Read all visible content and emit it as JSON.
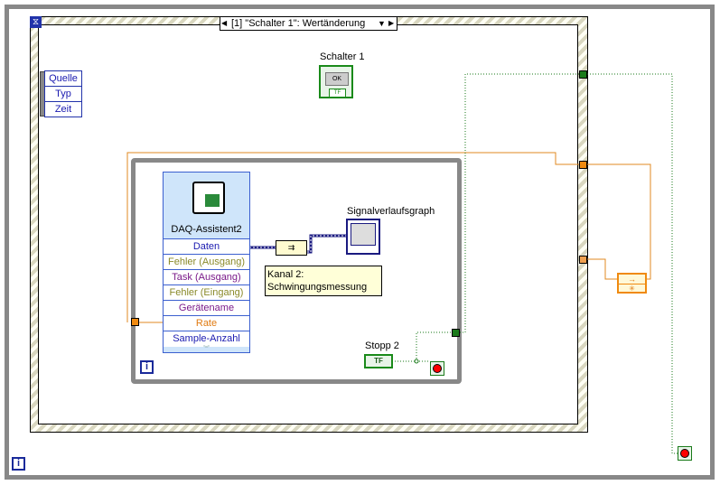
{
  "event_structure": {
    "selector": "[1] \"Schalter 1\": Wertänderung",
    "event_data": [
      "Quelle",
      "Typ",
      "Zeit"
    ]
  },
  "schalter1": {
    "label": "Schalter 1",
    "button_text": "OK",
    "type": "TF"
  },
  "daq": {
    "title": "DAQ-Assistent2",
    "terminals": [
      {
        "label": "Daten",
        "color": "#1a1ab0"
      },
      {
        "label": "Fehler (Ausgang)",
        "color": "#8a8a2a"
      },
      {
        "label": "Task (Ausgang)",
        "color": "#7a1a8a"
      },
      {
        "label": "Fehler (Eingang)",
        "color": "#8a8a2a"
      },
      {
        "label": "Gerätename",
        "color": "#7a1a8a"
      },
      {
        "label": "Rate",
        "color": "#e07a10"
      },
      {
        "label": "Sample-Anzahl",
        "color": "#1a1ab0"
      }
    ]
  },
  "graph": {
    "label": "Signalverlaufsgraph"
  },
  "comment": {
    "line1": "Kanal 2:",
    "line2": "Schwingungsmessung"
  },
  "stopp2": {
    "label": "Stopp 2",
    "type": "TF"
  },
  "iteration_label": "i",
  "colors": {
    "loop": "#888888",
    "orange_wire": "#e08a20",
    "boolean_wire": "#1a7a1a",
    "dynamic_wire": "#1a1a80"
  }
}
